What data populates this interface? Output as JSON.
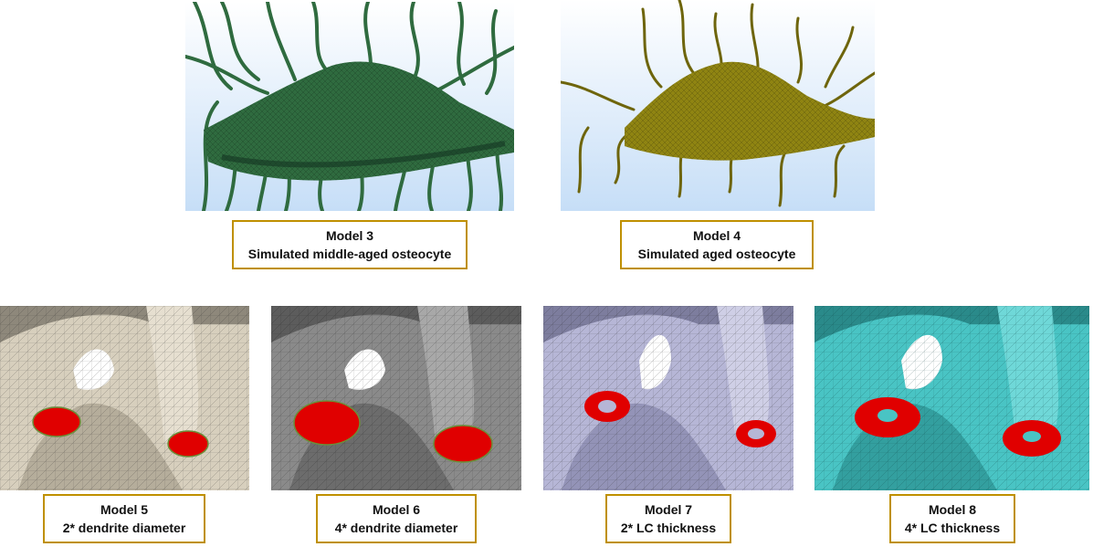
{
  "models": [
    {
      "id": "model-3",
      "title": "Model 3",
      "subtitle": "Simulated middle-aged osteocyte",
      "color": "#2f6b3f",
      "kind": "cell"
    },
    {
      "id": "model-4",
      "title": "Model 4",
      "subtitle": "Simulated aged osteocyte",
      "color": "#8f8412",
      "kind": "cell"
    },
    {
      "id": "model-5",
      "title": "Model 5",
      "subtitle": "2* dendrite diameter",
      "color": "#d7cfbd",
      "kind": "mesh"
    },
    {
      "id": "model-6",
      "title": "Model 6",
      "subtitle": "4* dendrite diameter",
      "color": "#9a9a9a",
      "kind": "mesh"
    },
    {
      "id": "model-7",
      "title": "Model 7",
      "subtitle": "2* LC thickness",
      "color": "#b6b6d6",
      "kind": "mesh"
    },
    {
      "id": "model-8",
      "title": "Model 8",
      "subtitle": "4* LC thickness",
      "color": "#49c4c4",
      "kind": "mesh"
    }
  ],
  "colors": {
    "caption_border": "#bf9000",
    "cross_section": "#e00000",
    "sky_top": "#ffffff",
    "sky_bottom": "#c6def7"
  }
}
